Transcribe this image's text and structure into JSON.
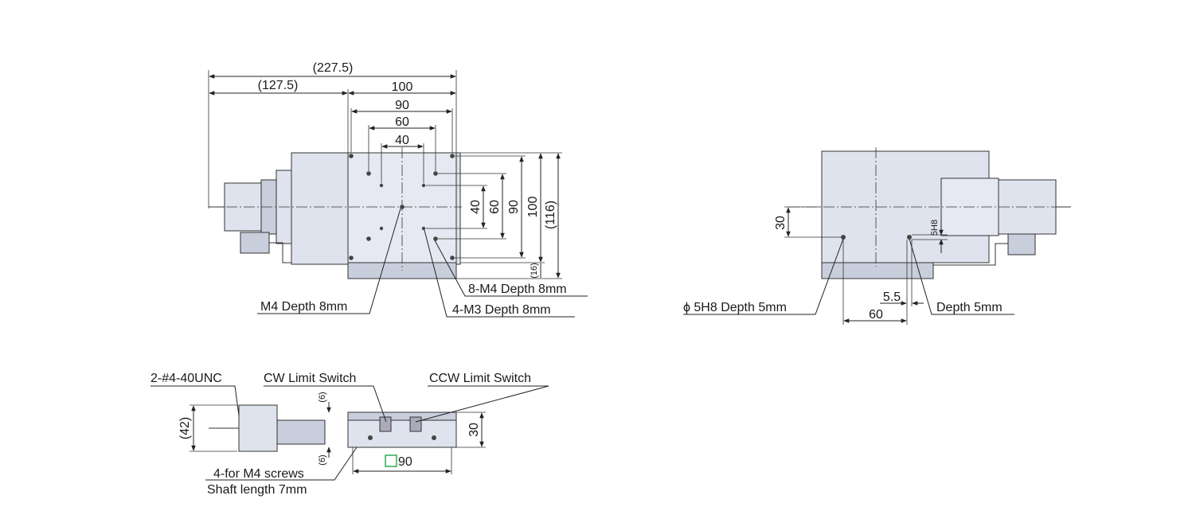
{
  "colors": {
    "stage_fill": "#dfe3ee",
    "stage_dark": "#c9cedc",
    "line": "#222222",
    "highlight": "#2eae4b"
  },
  "top_view": {
    "dims": {
      "overall": "(227.5)",
      "offset": "(127.5)",
      "width": "100",
      "hole_span_90": "90",
      "hole_span_60": "60",
      "hole_span_40": "40",
      "v_40": "40",
      "v_60": "60",
      "v_90": "90",
      "v_100": "100",
      "v_116": "(116)",
      "v_16": "(16)"
    },
    "labels": {
      "m4_center": "M4 Depth 8mm",
      "m4_8": "8-M4 Depth 8mm",
      "m3_4": "4-M3 Depth 8mm"
    }
  },
  "right_view": {
    "dims": {
      "v_30": "30",
      "tol": "5H8",
      "d_5_5": "5.5",
      "d_60": "60"
    },
    "labels": {
      "pin_hole": "ϕ 5H8 Depth 5mm",
      "depth": "Depth 5mm"
    }
  },
  "side_view": {
    "dims": {
      "h_42": "(42)",
      "h_6_top": "(6)",
      "h_6_bot": "(6)",
      "h_30": "30",
      "sq_90": "90"
    },
    "labels": {
      "connector": "2-#4-40UNC",
      "cw": "CW Limit Switch",
      "ccw": "CCW Limit Switch",
      "screws": "4-for M4 screws",
      "shaft": "Shaft length 7mm"
    }
  }
}
